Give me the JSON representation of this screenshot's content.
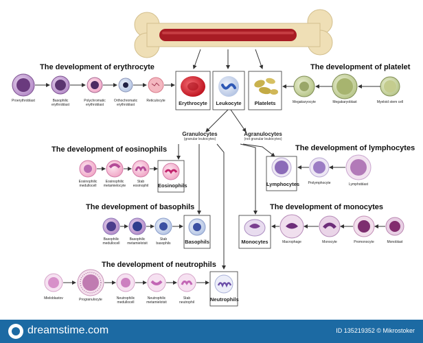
{
  "sections": {
    "erythrocyte": "The development of erythrocyte",
    "platelet": "The development of platelet",
    "eosinophils": "The development of eosinophils",
    "lymphocytes": "The development of lymphocytes",
    "basophils": "The development of basophils",
    "monocytes": "The development of monocytes",
    "neutrophils": "The development of neutrophils"
  },
  "main_boxes": {
    "erythrocyte": "Erythrocyte",
    "leukocyte": "Leukocyte",
    "platelets": "Platelets"
  },
  "groups": {
    "granulocytes": "Granulocytes",
    "granulocytes_sub": "(granular leukocytes)",
    "agranulocytes": "Agranulocytes",
    "agranulocytes_sub": "(not granular leukocytes)"
  },
  "erythrocyte_cells": [
    "Proerythroblast",
    "Basophilic\nerythroblast",
    "Polychromatic\nerythroblast",
    "Orthochromatic\nerythroblast",
    "Reticulocyte"
  ],
  "platelet_cells": [
    "Megakaryocyte",
    "Megakaryoblast",
    "Myeloid stem cell"
  ],
  "eosinophil_cells": [
    "Eosinophilic\nmedullocell",
    "Eosinophilic\nmetamielocyte",
    "Stab\neosinophil"
  ],
  "eosinophil_box": "Eosinophils",
  "lymphocyte_box": "Lymphocytes",
  "lymphocyte_cells": [
    "Prolymphocyte",
    "Lymphoblast"
  ],
  "basophil_cells": [
    "Basophilic\nmedullocell",
    "Basophilic\nmetamielotsit",
    "Stab\nbasophils"
  ],
  "basophil_box": "Basophils",
  "monocyte_box": "Monocytes",
  "monocyte_cells": [
    "Macrophage",
    "Monocyte",
    "Promonocyte",
    "Monoblast"
  ],
  "neutrophil_cells": [
    "Mieloblastov",
    "Progranulocyte",
    "Neutrophilic\nmedullocell",
    "Neutrophilic\nmetamielotsit",
    "Stab\nneutrophil"
  ],
  "neutrophil_box": "Neutrophils",
  "footer": {
    "site": "dreamstime.com",
    "id_text": "ID 135219352 © Mikrostoker"
  },
  "colors": {
    "bone": "#efdfb6",
    "marrow": "#a81c24",
    "erythrocyte": "#d42330",
    "arrow": "#333333",
    "footer": "#1c6aa3"
  }
}
